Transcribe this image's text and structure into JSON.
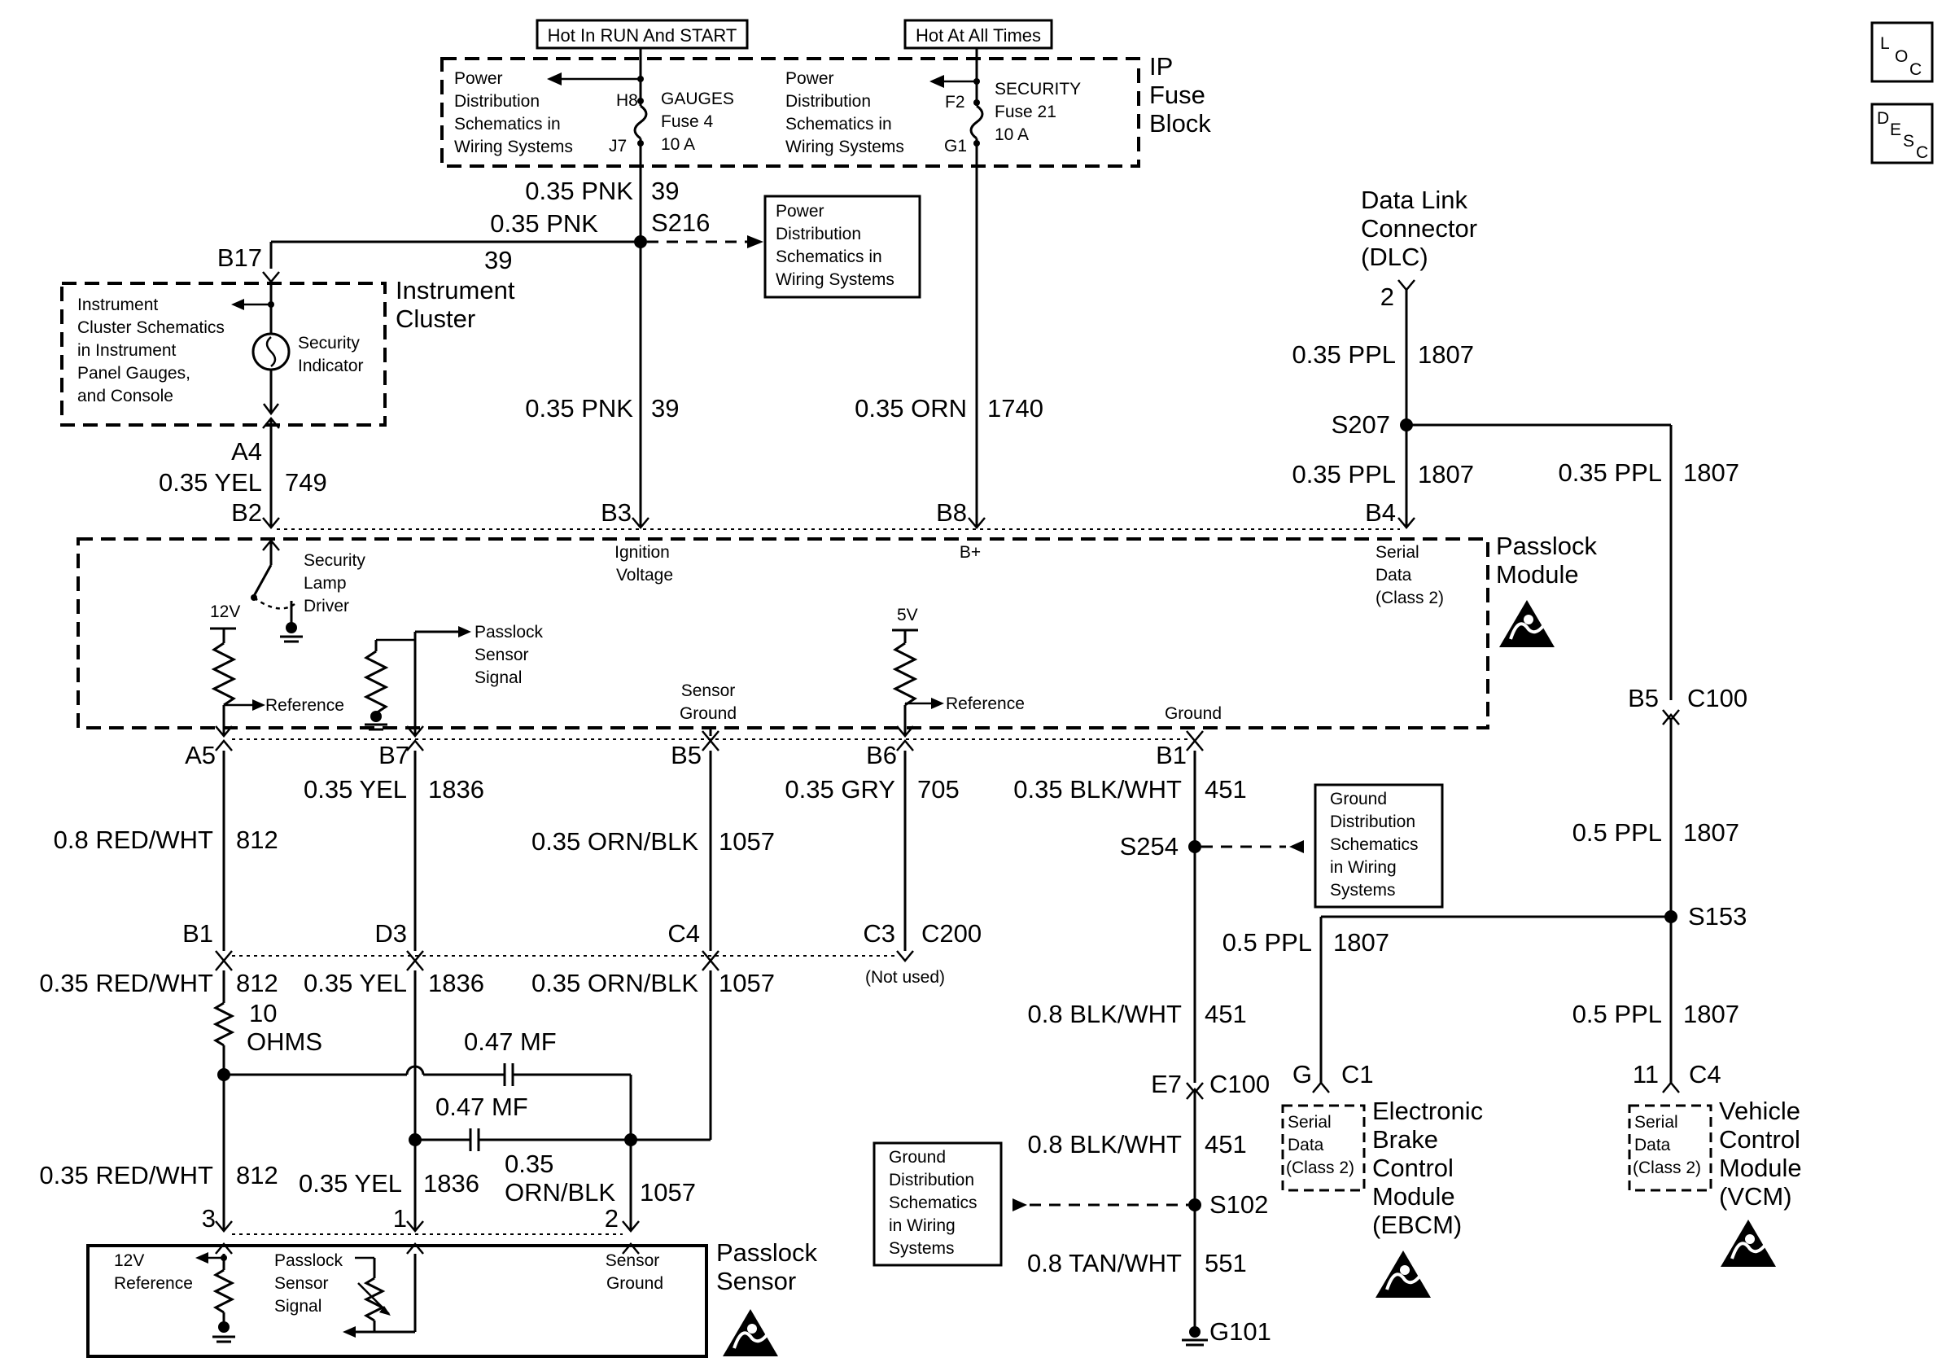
{
  "blocks": {
    "hot_run_start": "Hot In RUN And START",
    "hot_all_times": "Hot At All Times",
    "ip_fuse_block": [
      "IP",
      "Fuse",
      "Block"
    ],
    "pd_ref_left": [
      "Power",
      "Distribution",
      "Schematics in",
      "Wiring Systems"
    ],
    "pd_ref_mid": [
      "Power",
      "Distribution",
      "Schematics in",
      "Wiring Systems"
    ],
    "pd_ref_s216": [
      "Power",
      "Distribution",
      "Schematics in",
      "Wiring Systems"
    ],
    "fuse_gauges": [
      "GAUGES",
      "Fuse 4",
      "10 A"
    ],
    "fuse_security": [
      "SECURITY",
      "Fuse 21",
      "10 A"
    ],
    "pins_gauges": [
      "H8",
      "J7"
    ],
    "pins_security": [
      "F2",
      "G1"
    ],
    "instrument_cluster": [
      "Instrument",
      "Cluster"
    ],
    "ic_ref": [
      "Instrument",
      "Cluster Schematics",
      "in Instrument",
      "Panel Gauges,",
      "and Console"
    ],
    "security_indicator": [
      "Security",
      "Indicator"
    ],
    "dlc": [
      "Data Link",
      "Connector",
      "(DLC)"
    ],
    "passlock_module": [
      "Passlock",
      "Module"
    ],
    "passlock_sensor": [
      "Passlock",
      "Sensor"
    ],
    "security_lamp_driver": [
      "Security",
      "Lamp",
      "Driver"
    ],
    "passlock_sensor_signal": [
      "Passlock",
      "Sensor",
      "Signal"
    ],
    "ignition_voltage": [
      "Ignition",
      "Voltage"
    ],
    "b_plus": "B+",
    "serial_data_class2": [
      "Serial",
      "Data",
      "(Class 2)"
    ],
    "sensor_ground": [
      "Sensor",
      "Ground"
    ],
    "ground": "Ground",
    "reference": "Reference",
    "v12": "12V",
    "v5": "5V",
    "gd_ref_s254": [
      "Ground",
      "Distribution",
      "Schematics",
      "in Wiring",
      "Systems"
    ],
    "gd_ref_s102": [
      "Ground",
      "Distribution",
      "Schematics",
      "in Wiring",
      "Systems"
    ],
    "ebcm": [
      "Electronic",
      "Brake",
      "Control",
      "Module",
      "(EBCM)"
    ],
    "vcm": [
      "Vehicle",
      "Control",
      "Module",
      "(VCM)"
    ],
    "serial_data_box": [
      "Serial",
      "Data",
      "(Class 2)"
    ],
    "ten_ohms": [
      "10",
      "OHMS"
    ],
    "cap1": "0.47 MF",
    "cap2": "0.47 MF",
    "sensor_12v_ref": [
      "12V",
      "Reference"
    ],
    "sensor_signal": [
      "Passlock",
      "Sensor",
      "Signal"
    ],
    "sensor_ground_label": [
      "Sensor",
      "Ground"
    ],
    "not_used": "(Not used)",
    "loc": [
      "L",
      "O",
      "C"
    ],
    "desc": [
      "D",
      "E",
      "S",
      "C"
    ]
  },
  "wires": {
    "w39_top": [
      "0.35 PNK",
      "39"
    ],
    "w39_s216": [
      "0.35 PNK",
      "39"
    ],
    "w39_mid": [
      "0.35 PNK",
      "39"
    ],
    "w1740": [
      "0.35 ORN",
      "1740"
    ],
    "w749": [
      "0.35 YEL",
      "749"
    ],
    "w1807_a": [
      "0.35 PPL",
      "1807"
    ],
    "w1807_b": [
      "0.35 PPL",
      "1807"
    ],
    "w1807_c": [
      "0.35 PPL",
      "1807"
    ],
    "w1807_d": [
      "0.5 PPL",
      "1807"
    ],
    "w1807_e": [
      "0.5 PPL",
      "1807"
    ],
    "w1807_f": [
      "0.5 PPL",
      "1807"
    ],
    "w812_a": [
      "0.8 RED/WHT",
      "812"
    ],
    "w812_b": [
      "0.35 RED/WHT",
      "812"
    ],
    "w812_c": [
      "0.35 RED/WHT",
      "812"
    ],
    "w1836_a": [
      "0.35 YEL",
      "1836"
    ],
    "w1836_b": [
      "0.35 YEL",
      "1836"
    ],
    "w1836_c": [
      "0.35 YEL",
      "1836"
    ],
    "w1057_a": [
      "0.35 ORN/BLK",
      "1057"
    ],
    "w1057_b": [
      "0.35 ORN/BLK",
      "1057"
    ],
    "w1057_c": [
      "0.35",
      "ORN/BLK",
      "1057"
    ],
    "w705": [
      "0.35 GRY",
      "705"
    ],
    "w451_a": [
      "0.35 BLK/WHT",
      "451"
    ],
    "w451_b": [
      "0.8 BLK/WHT",
      "451"
    ],
    "w451_c": [
      "0.8 BLK/WHT",
      "451"
    ],
    "w551": [
      "0.8 TAN/WHT",
      "551"
    ]
  },
  "pins": {
    "s216": "S216",
    "b17": "B17",
    "a4": "A4",
    "b2": "B2",
    "b3": "B3",
    "b8": "B8",
    "b4": "B4",
    "dlc_pin": "2",
    "s207": "S207",
    "b5_c100": [
      "B5",
      "C100"
    ],
    "a5": "A5",
    "b7": "B7",
    "b5": "B5",
    "b6": "B6",
    "b1": "B1",
    "s254": "S254",
    "s153": "S153",
    "b1_c200": "B1",
    "d3": "D3",
    "c4": "C4",
    "c3_c200": [
      "C3",
      "C200"
    ],
    "e7_c100": [
      "E7",
      "C100"
    ],
    "ebcm_pin": [
      "G",
      "C1"
    ],
    "vcm_pin": [
      "11",
      "C4"
    ],
    "s102": "S102",
    "g101": "G101",
    "sensor_pins": [
      "3",
      "1",
      "2"
    ]
  }
}
